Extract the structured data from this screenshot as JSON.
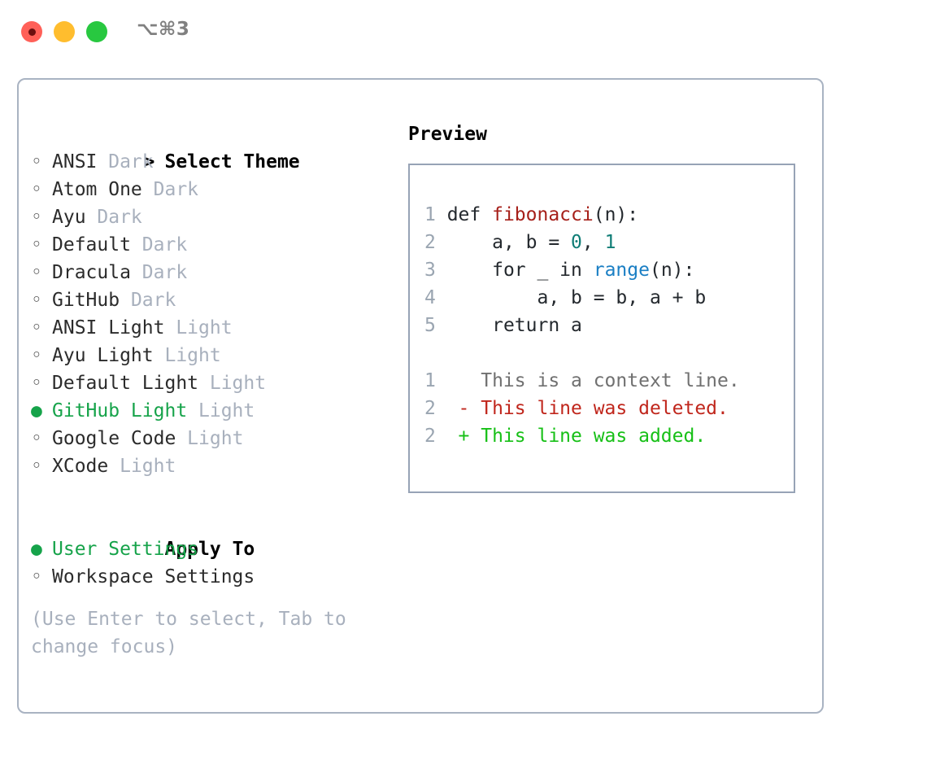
{
  "window": {
    "shortcut_label": "⌥⌘3",
    "traffic_lights": [
      {
        "name": "close",
        "color": "#ff6058"
      },
      {
        "name": "minimize",
        "color": "#ffbd2e"
      },
      {
        "name": "zoom",
        "color": "#28c840"
      }
    ]
  },
  "theme_picker": {
    "header_marker": ">",
    "header_label": "Select Theme",
    "items": [
      {
        "marker": "◦",
        "name": "ANSI",
        "variant": "Dark",
        "selected": false
      },
      {
        "marker": "◦",
        "name": "Atom One",
        "variant": "Dark",
        "selected": false
      },
      {
        "marker": "◦",
        "name": "Ayu",
        "variant": "Dark",
        "selected": false
      },
      {
        "marker": "◦",
        "name": "Default",
        "variant": "Dark",
        "selected": false
      },
      {
        "marker": "◦",
        "name": "Dracula",
        "variant": "Dark",
        "selected": false
      },
      {
        "marker": "◦",
        "name": "GitHub",
        "variant": "Dark",
        "selected": false
      },
      {
        "marker": "◦",
        "name": "ANSI Light",
        "variant": "Light",
        "selected": false
      },
      {
        "marker": "◦",
        "name": "Ayu Light",
        "variant": "Light",
        "selected": false
      },
      {
        "marker": "◦",
        "name": "Default Light",
        "variant": "Light",
        "selected": false
      },
      {
        "marker": "●",
        "name": "GitHub Light",
        "variant": "Light",
        "selected": true
      },
      {
        "marker": "◦",
        "name": "Google Code",
        "variant": "Light",
        "selected": false
      },
      {
        "marker": "◦",
        "name": "XCode",
        "variant": "Light",
        "selected": false
      }
    ]
  },
  "apply_to": {
    "header_marker": " ",
    "header_label": "Apply To",
    "items": [
      {
        "marker": "●",
        "name": "User Settings",
        "selected": true
      },
      {
        "marker": "◦",
        "name": "Workspace Settings",
        "selected": false
      }
    ]
  },
  "hint": "(Use Enter to select, Tab to change focus)",
  "preview": {
    "title": "Preview",
    "code": [
      {
        "ln": "1",
        "segments": [
          {
            "text": "def ",
            "kind": "plain"
          },
          {
            "text": "fibonacci",
            "kind": "fn"
          },
          {
            "text": "(n):",
            "kind": "plain"
          }
        ]
      },
      {
        "ln": "2",
        "segments": [
          {
            "text": "    a, b = ",
            "kind": "plain"
          },
          {
            "text": "0",
            "kind": "num"
          },
          {
            "text": ", ",
            "kind": "plain"
          },
          {
            "text": "1",
            "kind": "num"
          }
        ]
      },
      {
        "ln": "3",
        "segments": [
          {
            "text": "    for _ in ",
            "kind": "plain"
          },
          {
            "text": "range",
            "kind": "call"
          },
          {
            "text": "(n):",
            "kind": "plain"
          }
        ]
      },
      {
        "ln": "4",
        "segments": [
          {
            "text": "        a, b = b, a + b",
            "kind": "plain"
          }
        ]
      },
      {
        "ln": "5",
        "segments": [
          {
            "text": "    return a",
            "kind": "plain"
          }
        ]
      }
    ],
    "diff": [
      {
        "ln": "1",
        "sign": " ",
        "text": "This is a context line.",
        "kind": "context"
      },
      {
        "ln": "2",
        "sign": "-",
        "text": "This line was deleted.",
        "kind": "deleted"
      },
      {
        "ln": "2",
        "sign": "+",
        "text": "This line was added.",
        "kind": "added"
      }
    ]
  },
  "colors": {
    "accent_green": "#16a34a",
    "dim_gray": "#a8b0bd",
    "panel_border": "#a9b3c2",
    "preview_border": "#97a3b6",
    "fn_red": "#a6201a",
    "num_teal": "#0f7d76",
    "call_blue": "#1b7fc4",
    "diff_del_red": "#c0261c",
    "diff_add_green": "#17c017"
  }
}
